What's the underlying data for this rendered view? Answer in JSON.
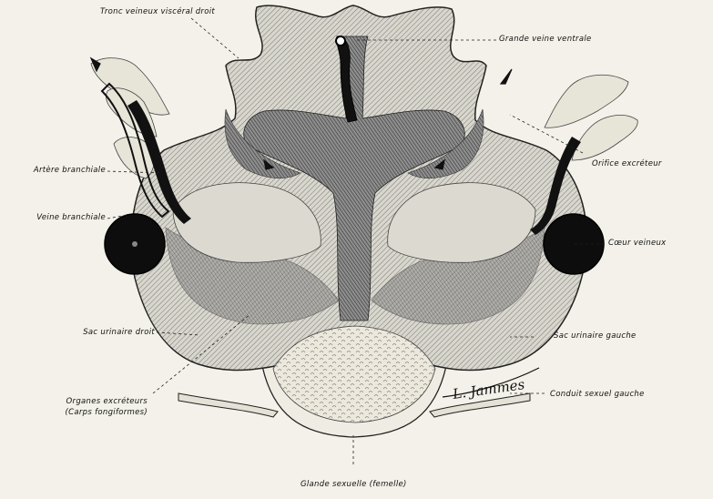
{
  "labels": {
    "tronc": "Tronc veineux viscéral droit",
    "grande_veine": "Grande veine ventrale",
    "artere": "Artère branchiale",
    "orifice": "Orifice excréteur",
    "veine": "Veine branchiale",
    "coeur": "Cœur veineux",
    "sac_droit": "Sac urinaire droit",
    "sac_gauche": "Sac urinaire gauche",
    "organes": "Organes excréteurs",
    "carps": "(Carps fongiformes)",
    "conduit": "Conduit sexuel gauche",
    "glande": "Glande sexuelle (femelle)"
  },
  "signature": "L. Jammes",
  "colors": {
    "background": "#f3f1e9",
    "ink": "#111111",
    "hatch": "#555555"
  }
}
